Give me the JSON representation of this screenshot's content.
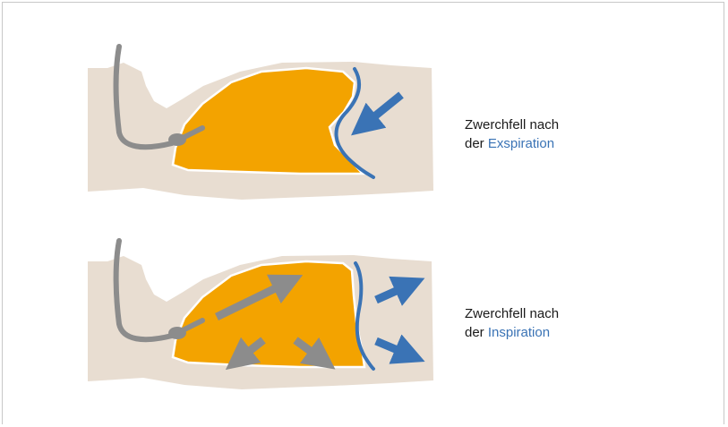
{
  "captions": {
    "expiration": {
      "line1": "Zwerchfell nach",
      "prefix": "der ",
      "term": "Exspiration"
    },
    "inspiration": {
      "line1": "Zwerchfell nach",
      "prefix": "der ",
      "term": "Inspiration"
    }
  },
  "colors": {
    "body_tissue": "#e8ddd1",
    "lung": "#f3a300",
    "diaphragm": "#3a73b5",
    "tube": "#8c8c8c",
    "frame": "#c8c8c8"
  }
}
